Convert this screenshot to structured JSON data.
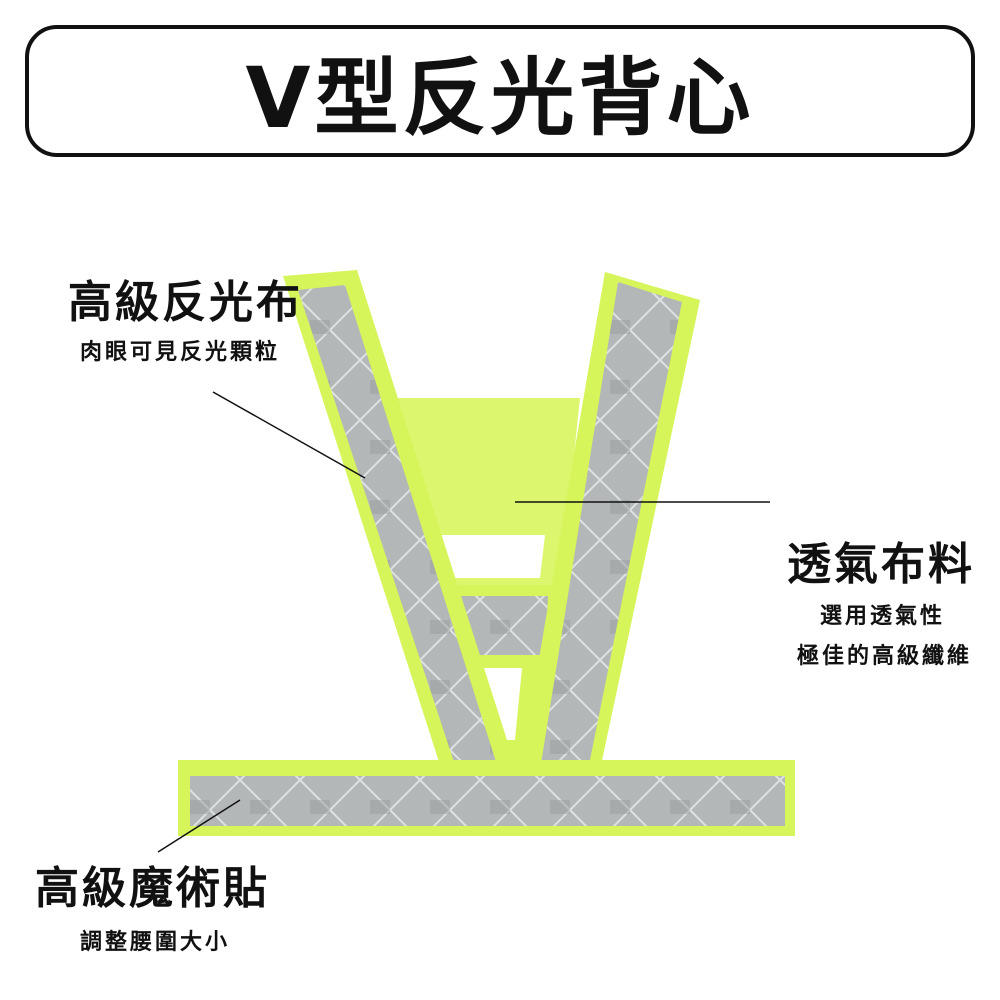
{
  "title": "V型反光背心",
  "features": {
    "reflective": {
      "title": "高級反光布",
      "desc": "肉眼可見反光顆粒"
    },
    "breathable": {
      "title": "透氣布料",
      "desc_line1": "選用透氣性",
      "desc_line2": "極佳的高級纖維"
    },
    "velcro": {
      "title": "高級魔術貼",
      "desc": "調整腰圍大小"
    }
  },
  "colors": {
    "vest_green": "#d6f55a",
    "reflective_silver": "#b9bcbc",
    "text": "#111111"
  }
}
